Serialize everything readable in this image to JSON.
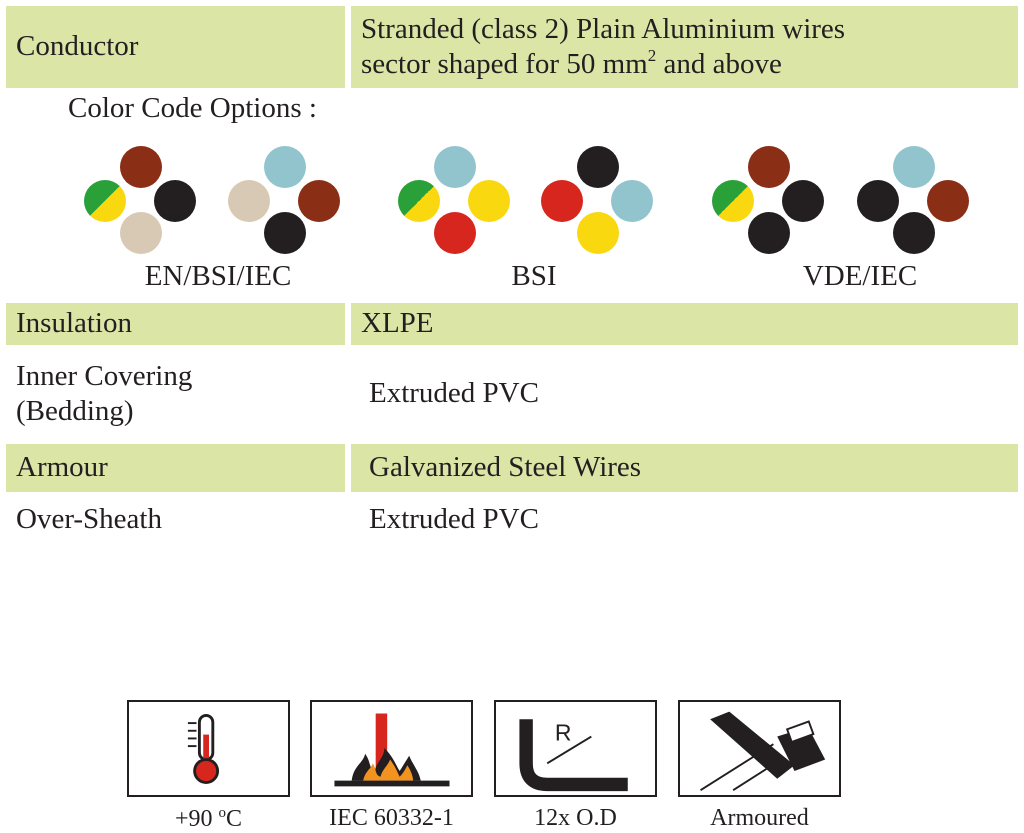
{
  "spec": {
    "conductor": {
      "label": "Conductor",
      "line1": "Stranded (class 2) Plain Aluminium wires",
      "line2_pre": "sector shaped for 50 mm",
      "line2_sup": "2",
      "line2_post": " and above"
    },
    "color_code_title": "Color Code Options :",
    "standards": [
      "EN/BSI/IEC",
      "BSI",
      "VDE/IEC"
    ],
    "insulation": {
      "label": "Insulation",
      "value": "XLPE"
    },
    "inner_covering": {
      "label_line1": "Inner Covering",
      "label_line2": "(Bedding)",
      "value": "Extruded PVC"
    },
    "armour": {
      "label": "Armour",
      "value": "Galvanized Steel Wires"
    },
    "over_sheath": {
      "label": "Over-Sheath",
      "value": "Extruded PVC"
    }
  },
  "colors": {
    "row_shade": "#dbe5a6",
    "brown": "#8b2e16",
    "black": "#231f20",
    "grey_beige": "#d8c9b4",
    "light_blue": "#92c4ce",
    "yellow": "#f9d80f",
    "red": "#d7261e",
    "green": "#2aa039"
  },
  "color_options": [
    {
      "top": "brown",
      "left": "green-yellow",
      "right": "black",
      "bottom": "grey_beige"
    },
    {
      "top": "light_blue",
      "left": "grey_beige",
      "right": "brown",
      "bottom": "black"
    },
    {
      "top": "light_blue",
      "left": "green-yellow",
      "right": "yellow",
      "bottom": "red"
    },
    {
      "top": "black",
      "left": "red",
      "right": "light_blue",
      "bottom": "yellow"
    },
    {
      "top": "brown",
      "left": "green-yellow",
      "right": "black",
      "bottom": "black"
    },
    {
      "top": "light_blue",
      "left": "black",
      "right": "brown",
      "bottom": "black"
    }
  ],
  "icons": [
    {
      "icon": "thermometer-icon",
      "label_main": "+90 ",
      "label_sup": "o",
      "label_unit": "C"
    },
    {
      "icon": "flame-icon",
      "label": "IEC 60332-1"
    },
    {
      "icon": "bend-radius-icon",
      "label": "12x O.D",
      "glyph": "R"
    },
    {
      "icon": "armour-icon",
      "label": "Armoured"
    }
  ]
}
